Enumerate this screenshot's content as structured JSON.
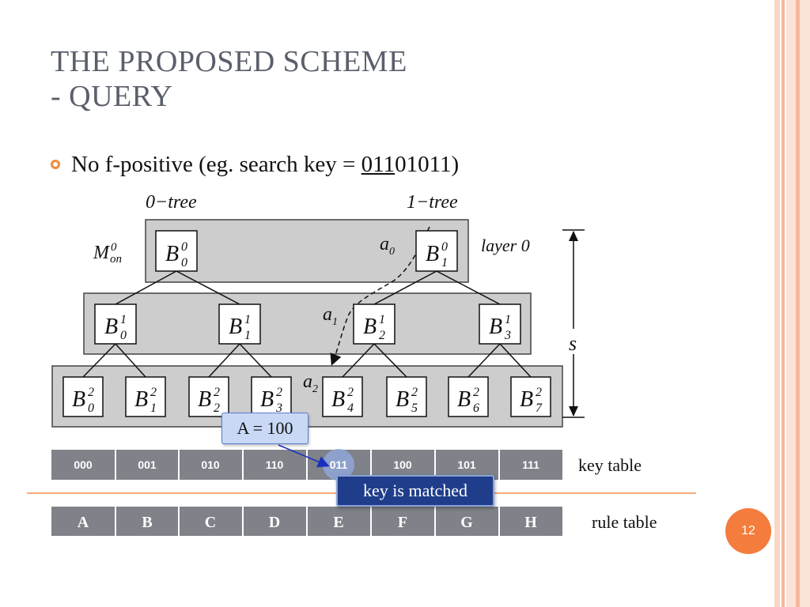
{
  "slide": {
    "title_line1": "THE PROPOSED SCHEME",
    "title_line2": "- QUERY",
    "bullet_prefix": "No f-positive (eg. search key = ",
    "bullet_key_underlined": "011",
    "bullet_key_rest": "01011",
    "bullet_suffix": ")",
    "page_number": "12",
    "colors": {
      "accent": "#f08a3c",
      "title": "#5a5f6b",
      "page_badge": "#f47c3c"
    }
  },
  "diagram": {
    "tree0_label": "0−tree",
    "tree1_label": "1−tree",
    "mon_base": "M",
    "mon_sub": "on",
    "mon_sup": "0",
    "layer0_label": "layer 0",
    "s_label": "s",
    "a_base": "a",
    "a_subs": [
      "0",
      "1",
      "2"
    ],
    "node_base": "B",
    "layers": [
      {
        "layer": "0",
        "nodes": [
          "0",
          "1"
        ]
      },
      {
        "layer": "1",
        "nodes": [
          "0",
          "1",
          "2",
          "3"
        ]
      },
      {
        "layer": "2",
        "nodes": [
          "0",
          "1",
          "2",
          "3",
          "4",
          "5",
          "6",
          "7"
        ]
      }
    ]
  },
  "annotations": {
    "a_value": "A = 100",
    "matched": "key is matched"
  },
  "key_table": {
    "label": "key table",
    "cells": [
      "000",
      "001",
      "010",
      "110",
      "011",
      "100",
      "101",
      "111"
    ],
    "highlight_index": 4
  },
  "rule_table": {
    "label": "rule table",
    "cells": [
      "A",
      "B",
      "C",
      "D",
      "E",
      "F",
      "G",
      "H"
    ]
  }
}
